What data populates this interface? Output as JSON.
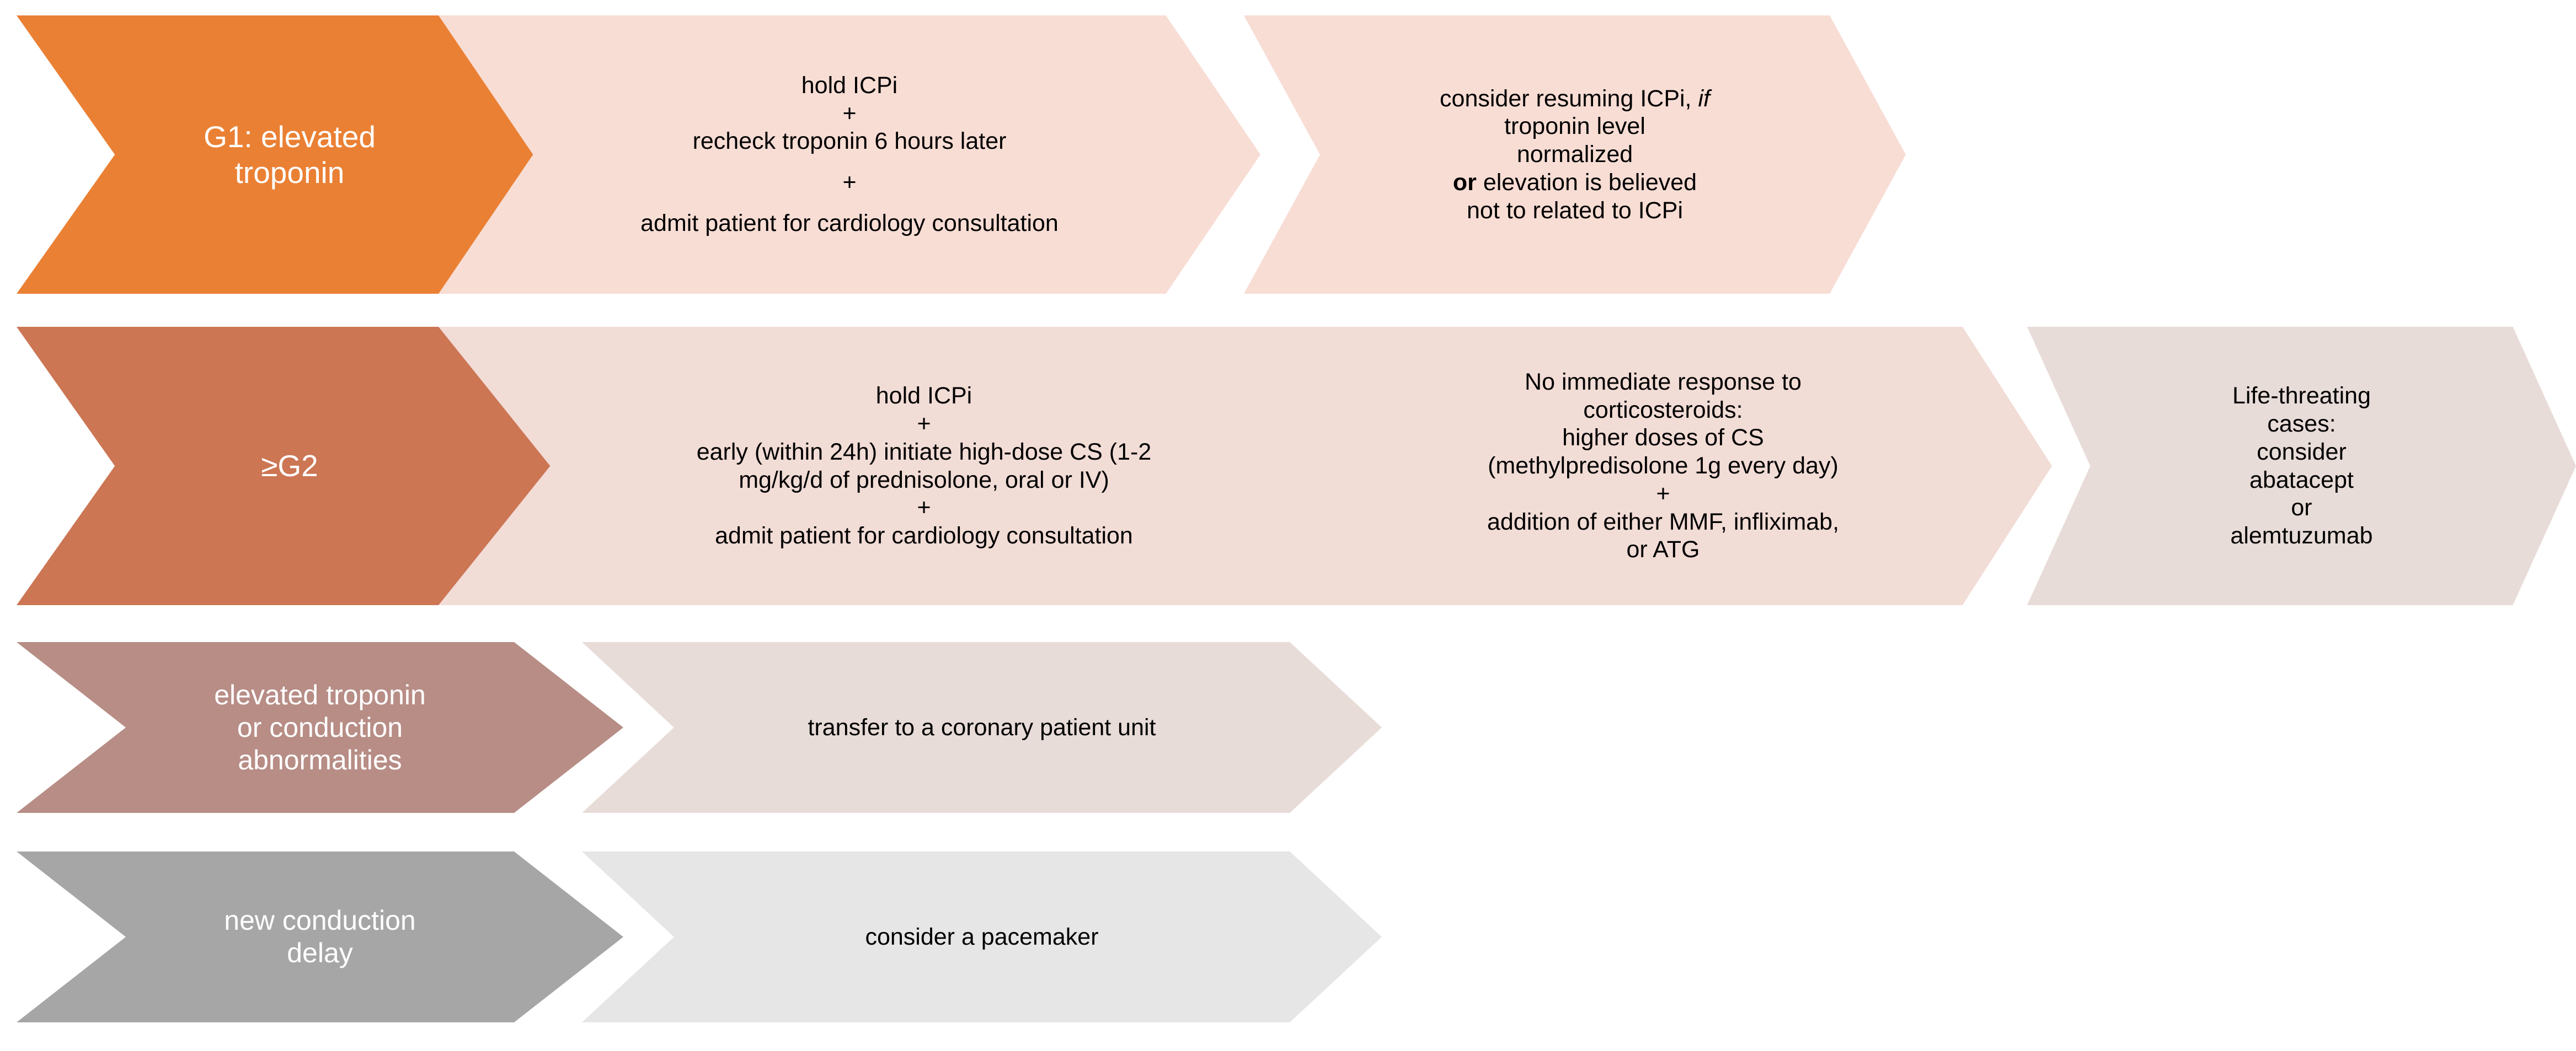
{
  "diagram": {
    "title": "ICPi-related myocarditis management chevron process diagram",
    "colors": {
      "row1_head": "#EA8034",
      "row1_body": "#F8DDD4",
      "row2_head": "#CC7654",
      "row2_body": "#F2DCD6",
      "row2_body_last": "#E8DCD8",
      "row3_head": "#B78D86",
      "row3_body": "#E8DCD8",
      "row4_head": "#A6A6A6",
      "row4_body": "#E6E6E6",
      "text_light": "#FFFFFF",
      "text_dark": "#000000",
      "background": "#FFFFFF"
    }
  },
  "rows": [
    {
      "id": "row-g1",
      "head": {
        "label": "G1: elevated troponin",
        "lines": [
          "G1: elevated",
          "troponin"
        ]
      },
      "steps": [
        {
          "id": "g1-step-1",
          "lines": [
            "hold ICPi",
            "+",
            "recheck troponin 6 hours later",
            "",
            "+",
            "",
            "admit patient for cardiology consultation"
          ]
        },
        {
          "id": "g1-step-2",
          "lines_rich": [
            {
              "parts": [
                {
                  "t": "consider resuming ICPi, ",
                  "style": "normal"
                },
                {
                  "t": "if",
                  "style": "italic"
                }
              ]
            },
            {
              "parts": [
                {
                  "t": "troponin level",
                  "style": "normal"
                }
              ]
            },
            {
              "parts": [
                {
                  "t": "normalized",
                  "style": "normal"
                }
              ]
            },
            {
              "parts": [
                {
                  "t": "or",
                  "style": "bold"
                },
                {
                  "t": " elevation is believed",
                  "style": "normal"
                }
              ]
            },
            {
              "parts": [
                {
                  "t": "not to related to ICPi",
                  "style": "normal"
                }
              ]
            }
          ]
        }
      ]
    },
    {
      "id": "row-g2",
      "head": {
        "label": "≥G2",
        "lines": [
          "≥G2"
        ]
      },
      "steps": [
        {
          "id": "g2-step-1",
          "lines": [
            "hold ICPi",
            "+",
            "early (within 24h) initiate  high-dose CS (1-2",
            "mg/kg/d of prednisolone, oral or IV)",
            "+",
            "admit patient for cardiology consultation"
          ]
        },
        {
          "id": "g2-step-2",
          "lines": [
            "No immediate response to",
            "corticosteroids:",
            "higher doses of CS",
            "(methylpredisolone 1g every day)",
            "+",
            "addition of either MMF, infliximab,",
            "or ATG"
          ]
        },
        {
          "id": "g2-step-3",
          "lines": [
            "Life-threating",
            "cases:",
            "consider",
            "abatacept",
            "or",
            "alemtuzumab"
          ]
        }
      ]
    },
    {
      "id": "row-conduction",
      "head": {
        "label": "elevated troponin or conduction abnormalities",
        "lines": [
          "elevated troponin",
          "or conduction",
          "abnormalities"
        ]
      },
      "steps": [
        {
          "id": "conduction-step-1",
          "lines": [
            "transfer to a coronary patient unit"
          ]
        }
      ]
    },
    {
      "id": "row-delay",
      "head": {
        "label": "new conduction delay",
        "lines": [
          "new conduction",
          "delay"
        ]
      },
      "steps": [
        {
          "id": "delay-step-1",
          "lines": [
            "consider a pacemaker"
          ]
        }
      ]
    }
  ]
}
